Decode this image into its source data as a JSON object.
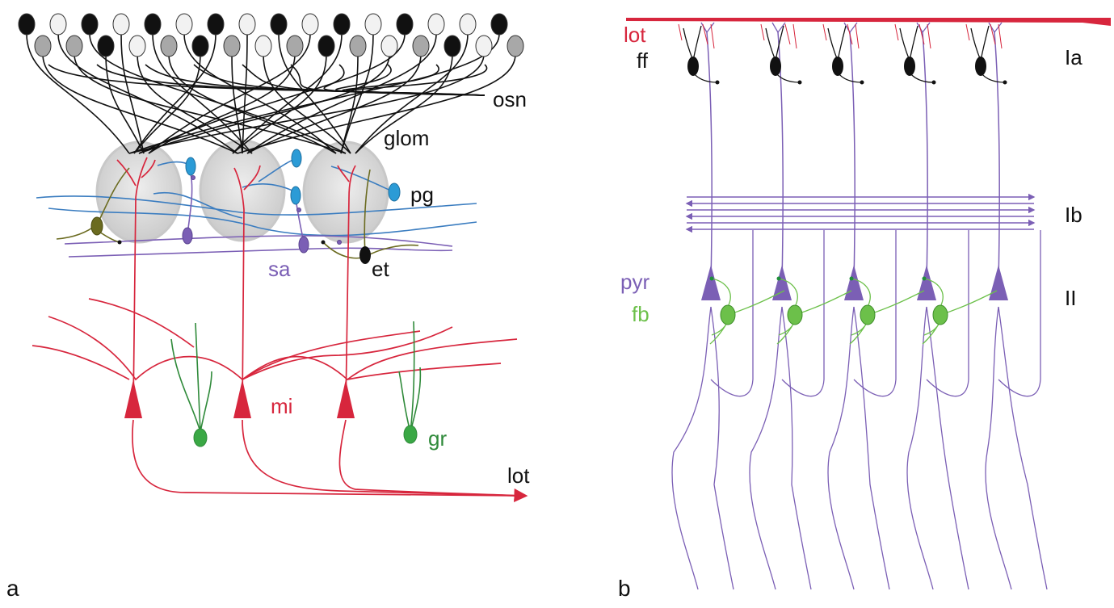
{
  "panel_a": {
    "panel_label": "a",
    "labels": {
      "osn": "osn",
      "glom": "glom",
      "pg": "pg",
      "sa": "sa",
      "et": "et",
      "mi": "mi",
      "gr": "gr",
      "lot": "lot"
    }
  },
  "panel_b": {
    "panel_label": "b",
    "labels": {
      "lot": "lot",
      "ff": "ff",
      "pyr": "pyr",
      "fb": "fb"
    },
    "layers": {
      "la": "Ia",
      "lb": "Ib",
      "II": "II"
    }
  },
  "colors": {
    "mitral": "#d7263d",
    "osn_dark": "#111111",
    "osn_gray": "#a8a8a8",
    "osn_light": "#f2f2f2",
    "periglomerular": "#2b9bd6",
    "short_axon": "#7b5fb5",
    "external_tufted": "#6b6b20",
    "granule": "#3aa845",
    "granule_dendrite": "#2f8a3a",
    "glomerulus": "#c8c8c8",
    "pyramidal": "#7b5fb5",
    "feedback": "#6cc04a",
    "lot_b": "#d7263d"
  }
}
